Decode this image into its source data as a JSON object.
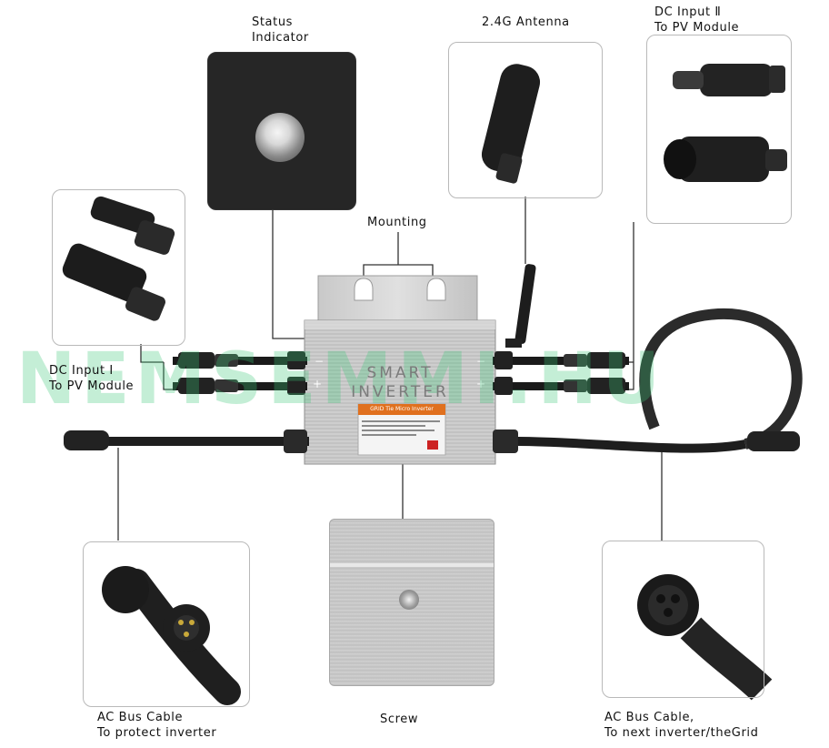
{
  "labels": {
    "status_indicator": [
      "Status",
      "Indicator"
    ],
    "antenna": "2.4G Antenna",
    "dc_input_2": [
      "DC Input Ⅱ",
      "To PV Module"
    ],
    "mounting": "Mounting",
    "dc_input_1": [
      "DC Input Ⅰ",
      "To PV Module"
    ],
    "ac_bus_protect": [
      "AC Bus Cable",
      "To protect inverter"
    ],
    "screw": "Screw",
    "ac_bus_next": [
      "AC Bus Cable,",
      "To next inverter/theGrid"
    ]
  },
  "device": {
    "brand_text": [
      "SMART",
      "INVERTER"
    ],
    "nameplate_title": "GRID Tie Micro Inverter"
  },
  "watermark": "NEMSEMMI.HU"
}
